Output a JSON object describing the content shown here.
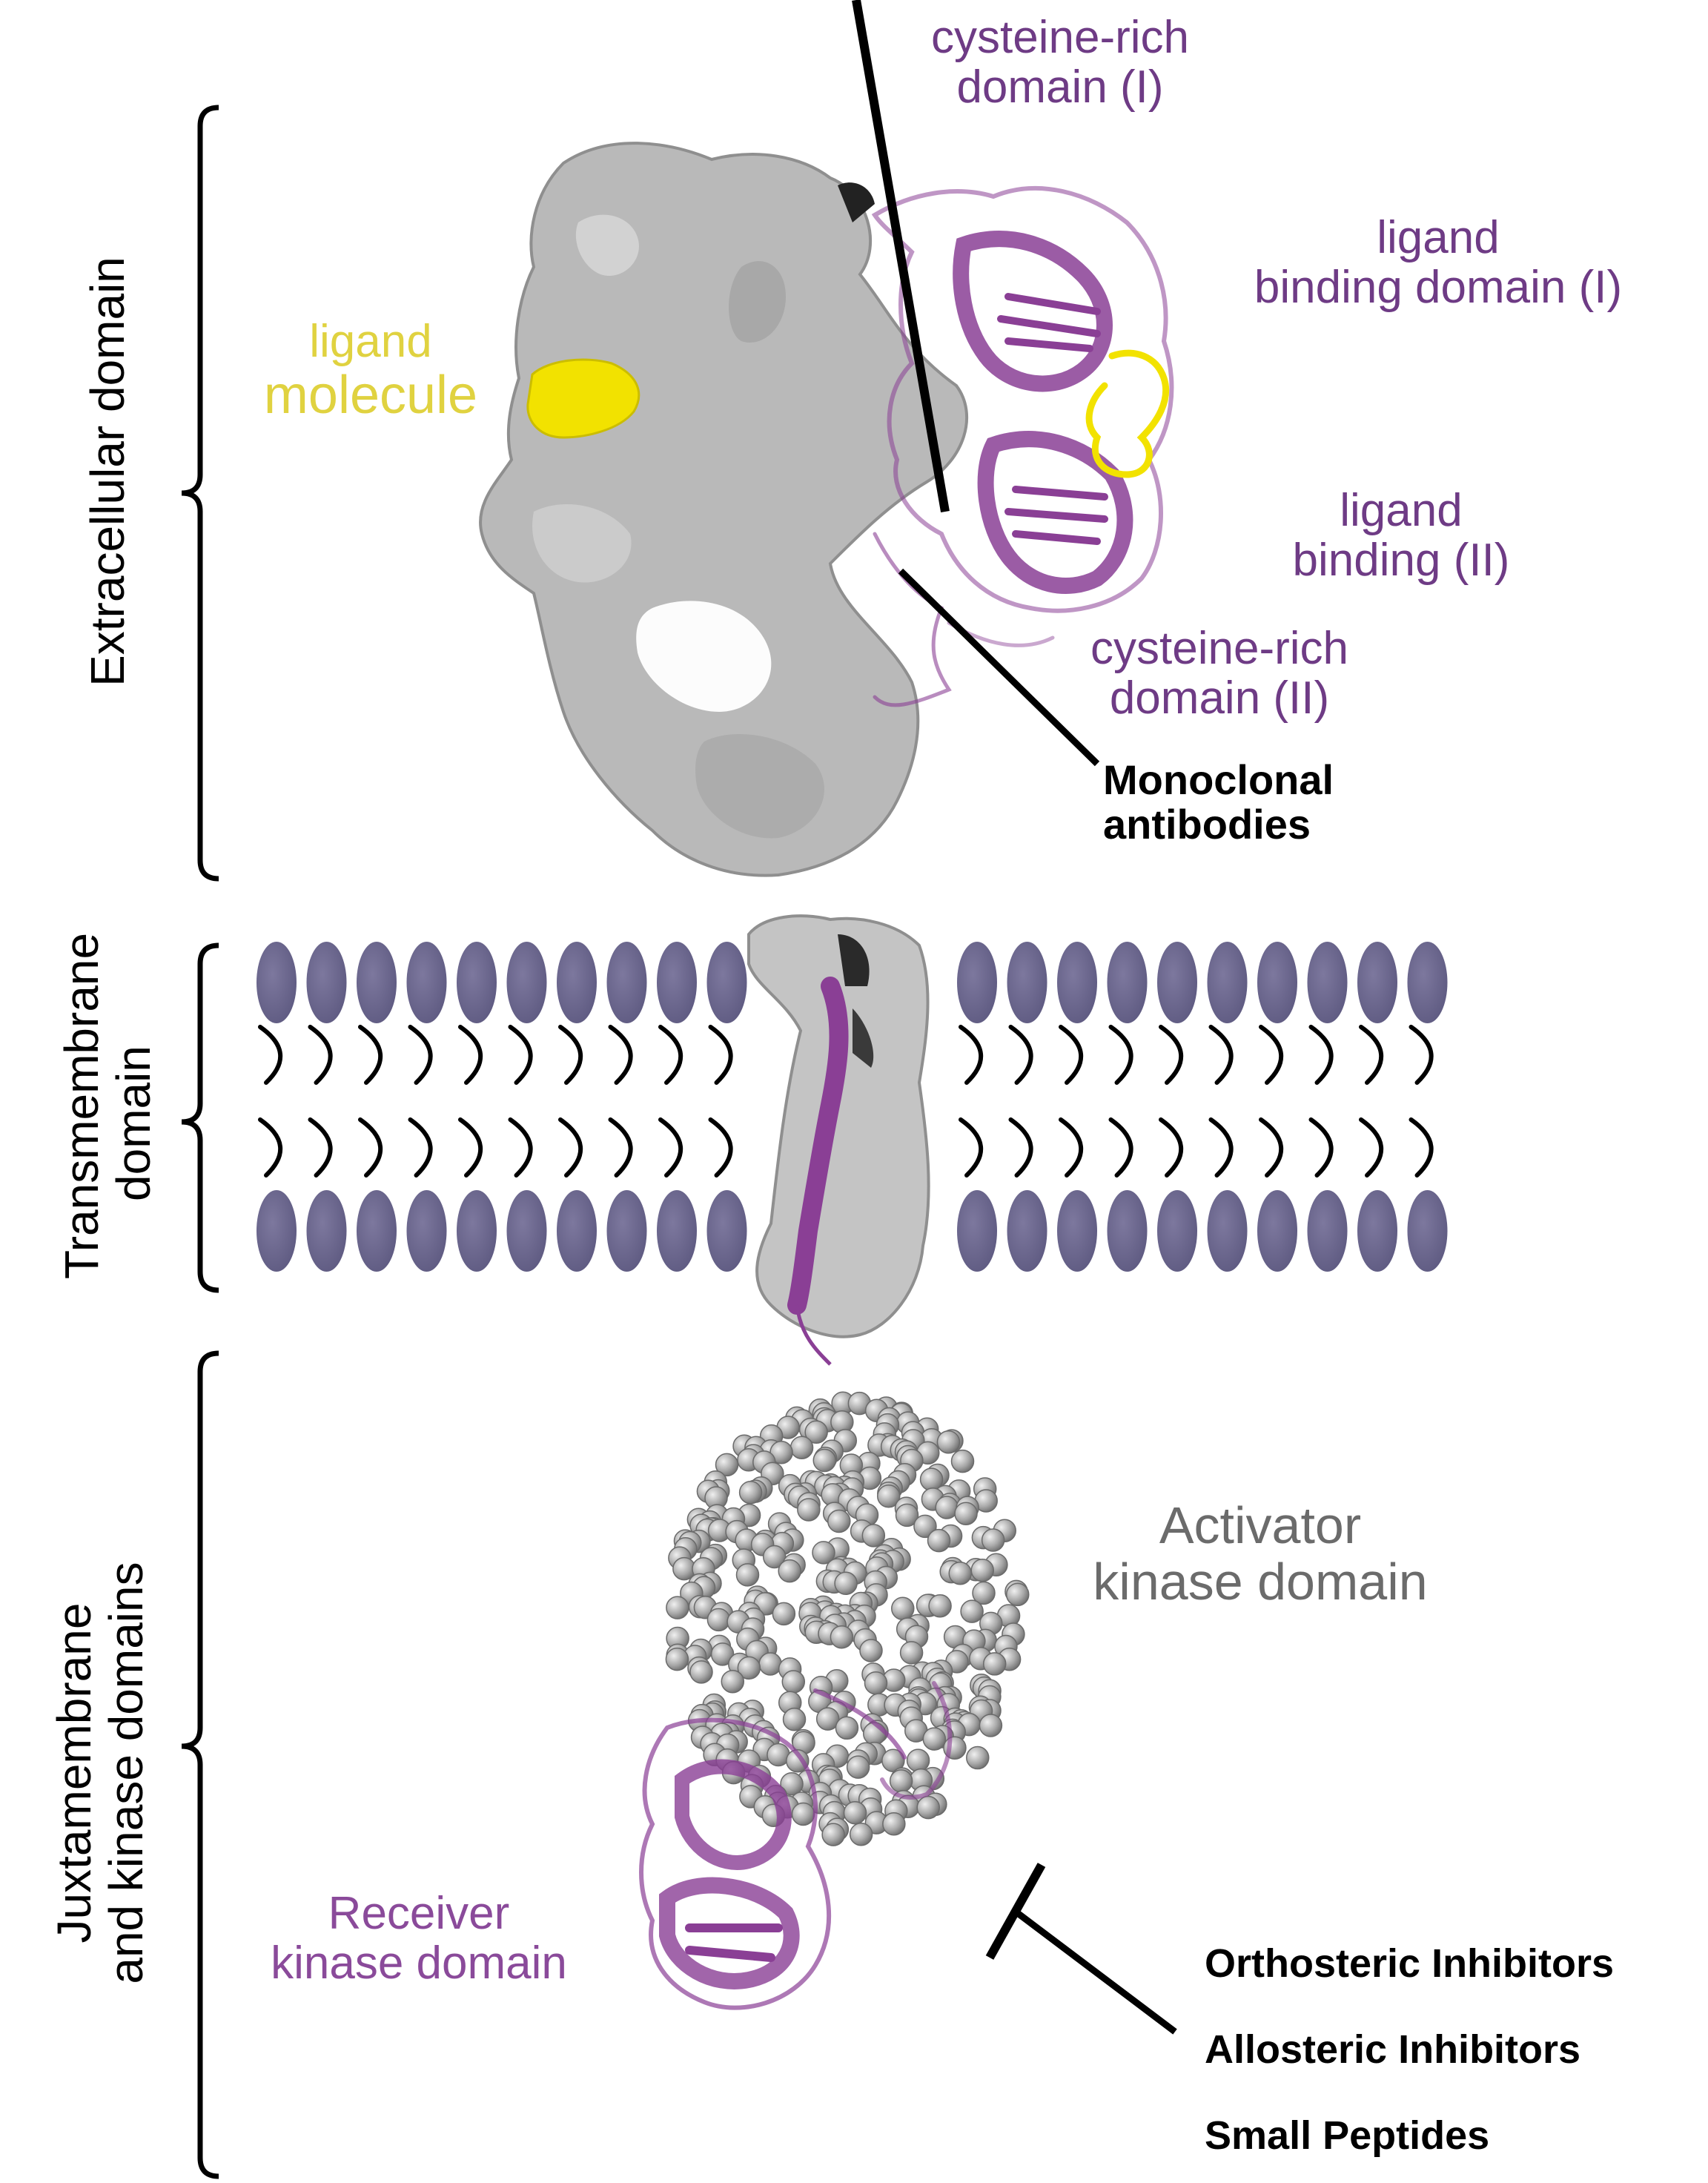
{
  "sections": {
    "extracellular": "Extracellular domain",
    "transmembrane_1": "Transmembrane",
    "transmembrane_2": "domain",
    "juxtamembrane_1": "Juxtamembrane",
    "juxtamembrane_2": "and kinase domains"
  },
  "labels": {
    "crd1_a": "cysteine-rich",
    "crd1_b": "domain (I)",
    "lbd1_a": "ligand",
    "lbd1_b": "binding  domain (I)",
    "ligand_a": "ligand",
    "ligand_b": "molecule",
    "lbd2_a": "ligand",
    "lbd2_b": "binding  (II)",
    "crd2_a": "cysteine-rich",
    "crd2_b": "domain (II)",
    "mab_a": "Monoclonal",
    "mab_b": "antibodies",
    "activator_a": "Activator",
    "activator_b": "kinase domain",
    "receiver_a": "Receiver",
    "receiver_b": "kinase domain",
    "inhib_1": "Orthosteric Inhibitors",
    "inhib_2": "Allosteric Inhibitors",
    "inhib_3": "Small Peptides"
  },
  "colors": {
    "protein_surface": "#b9b9b9",
    "ribbon_purple": "#8a3f95",
    "ligand_yellow": "#f2e200",
    "lipid_head": "#6e6a90",
    "label_purple": "#6e3b85",
    "label_grey": "#6b6b6b"
  }
}
